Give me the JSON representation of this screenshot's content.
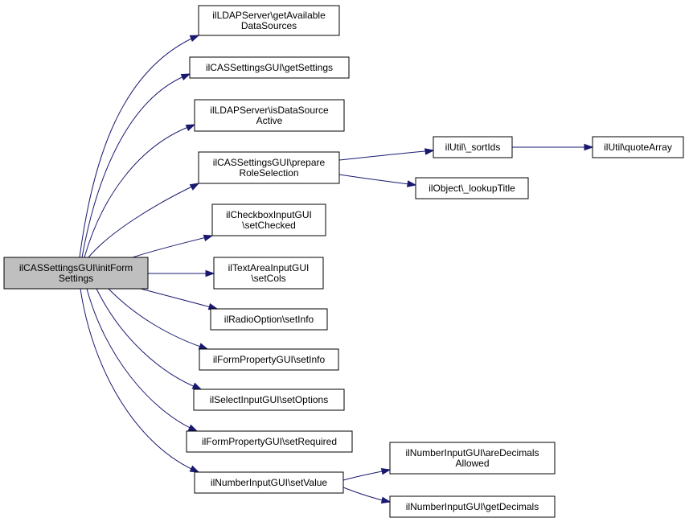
{
  "diagram": {
    "type": "call-graph",
    "colors": {
      "edge": "#191970",
      "root_fill": "#bfbfbf",
      "node_fill": "#ffffff",
      "border": "#000000"
    },
    "nodes": [
      {
        "id": "root",
        "lines": [
          "ilCASSettingsGUI\\initForm",
          "Settings"
        ],
        "root": true
      },
      {
        "id": "n1",
        "lines": [
          "ilLDAPServer\\getAvailable",
          "DataSources"
        ]
      },
      {
        "id": "n2",
        "lines": [
          "ilCASSettingsGUI\\getSettings"
        ]
      },
      {
        "id": "n3",
        "lines": [
          "ilLDAPServer\\isDataSource",
          "Active"
        ]
      },
      {
        "id": "n4",
        "lines": [
          "ilCASSettingsGUI\\prepare",
          "RoleSelection"
        ]
      },
      {
        "id": "n5",
        "lines": [
          "ilCheckboxInputGUI",
          "\\setChecked"
        ]
      },
      {
        "id": "n6",
        "lines": [
          "ilTextAreaInputGUI",
          "\\setCols"
        ]
      },
      {
        "id": "n7",
        "lines": [
          "ilRadioOption\\setInfo"
        ]
      },
      {
        "id": "n8",
        "lines": [
          "ilFormPropertyGUI\\setInfo"
        ]
      },
      {
        "id": "n9",
        "lines": [
          "ilSelectInputGUI\\setOptions"
        ]
      },
      {
        "id": "n10",
        "lines": [
          "ilFormPropertyGUI\\setRequired"
        ]
      },
      {
        "id": "n11",
        "lines": [
          "ilNumberInputGUI\\setValue"
        ]
      },
      {
        "id": "n12",
        "lines": [
          "ilUtil\\_sortIds"
        ]
      },
      {
        "id": "n13",
        "lines": [
          "ilObject\\_lookupTitle"
        ]
      },
      {
        "id": "n14",
        "lines": [
          "ilUtil\\quoteArray"
        ]
      },
      {
        "id": "n15",
        "lines": [
          "ilNumberInputGUI\\areDecimals",
          "Allowed"
        ]
      },
      {
        "id": "n16",
        "lines": [
          "ilNumberInputGUI\\getDecimals"
        ]
      }
    ],
    "edges": [
      {
        "from": "root",
        "to": "n1"
      },
      {
        "from": "root",
        "to": "n2"
      },
      {
        "from": "root",
        "to": "n3"
      },
      {
        "from": "root",
        "to": "n4"
      },
      {
        "from": "root",
        "to": "n5"
      },
      {
        "from": "root",
        "to": "n6"
      },
      {
        "from": "root",
        "to": "n7"
      },
      {
        "from": "root",
        "to": "n8"
      },
      {
        "from": "root",
        "to": "n9"
      },
      {
        "from": "root",
        "to": "n10"
      },
      {
        "from": "root",
        "to": "n11"
      },
      {
        "from": "n4",
        "to": "n12"
      },
      {
        "from": "n4",
        "to": "n13"
      },
      {
        "from": "n12",
        "to": "n14"
      },
      {
        "from": "n11",
        "to": "n15"
      },
      {
        "from": "n11",
        "to": "n16"
      }
    ]
  }
}
